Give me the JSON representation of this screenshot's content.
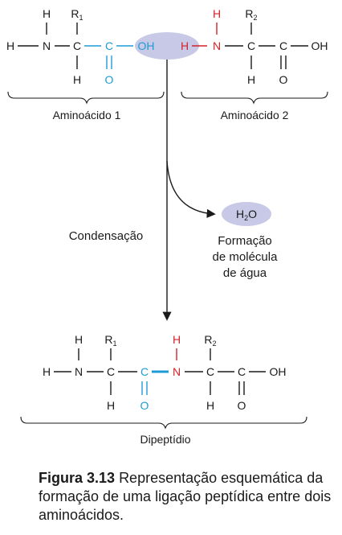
{
  "atoms": {
    "H": "H",
    "N": "N",
    "C": "C",
    "O": "O",
    "OH": "OH",
    "R": "R",
    "sub1": "1",
    "sub2": "2",
    "H2O_H": "H",
    "H2O_2": "2",
    "H2O_O": "O"
  },
  "labels": {
    "amino1": "Aminoácido 1",
    "amino2": "Aminoácido 2",
    "condensation": "Condensação",
    "formation_line1": "Formação",
    "formation_line2": "de molécula",
    "formation_line3": "de água",
    "dipeptide": "Dipeptídio"
  },
  "caption": {
    "figure": "Figura 3.13",
    "text": "Representação esquemática da formação de uma ligação peptídica entre dois aminoácidos."
  },
  "colors": {
    "text": "#1a1a1a",
    "blue": "#1e9bd7",
    "red": "#d3232a",
    "ellipse": "#c8c9e6"
  }
}
